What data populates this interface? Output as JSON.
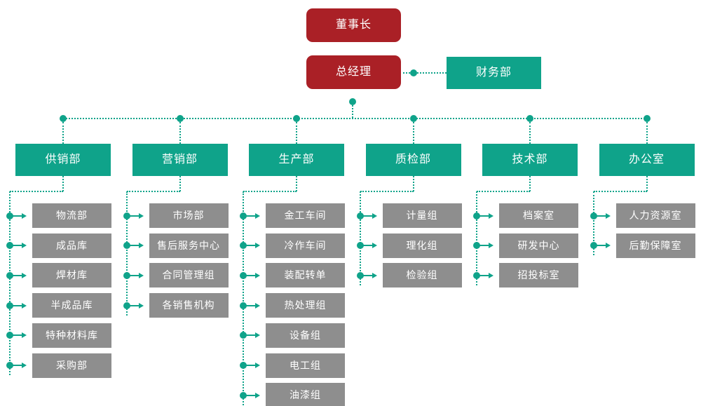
{
  "colors": {
    "red": "#AA2026",
    "teal": "#0FA38A",
    "gray": "#8E8E8E",
    "text": "#FFFFFF",
    "background": "#FFFFFF"
  },
  "nodes": {
    "chairman": "董事长",
    "general_manager": "总经理",
    "finance": "财务部"
  },
  "departments": [
    {
      "label": "供销部",
      "children": [
        "物流部",
        "成品库",
        "焊材库",
        "半成品库",
        "特种材料库",
        "采购部"
      ]
    },
    {
      "label": "营销部",
      "children": [
        "市场部",
        "售后服务中心",
        "合同管理组",
        "各销售机构"
      ]
    },
    {
      "label": "生产部",
      "children": [
        "金工车间",
        "冷作车间",
        "装配转单",
        "热处理组",
        "设备组",
        "电工组",
        "油漆组"
      ]
    },
    {
      "label": "质检部",
      "children": [
        "计量组",
        "理化组",
        "检验组"
      ]
    },
    {
      "label": "技术部",
      "children": [
        "档案室",
        "研发中心",
        "招投标室"
      ]
    },
    {
      "label": "办公室",
      "children": [
        "人力资源室",
        "后勤保障室"
      ]
    }
  ]
}
